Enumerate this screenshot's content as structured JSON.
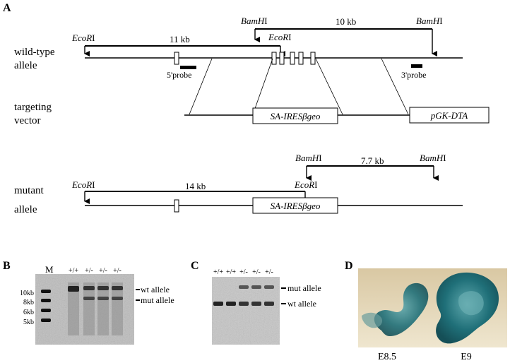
{
  "panel_a": {
    "label": "A",
    "wild_type": {
      "label_line1": "wild-type",
      "label_line2": "allele",
      "ecori": "EcoRI",
      "bamhi": "BamHI",
      "size_11kb": "11 kb",
      "size_10kb": "10 kb",
      "probe5": "5'probe",
      "probe3": "3'probe"
    },
    "targeting": {
      "label_line1": "targeting",
      "label_line2": "vector",
      "cassette": "SA-IRESβgeo",
      "dta": "pGK-DTA"
    },
    "mutant": {
      "label_line1": "mutant",
      "label_line2": "allele",
      "ecori": "EcoRI",
      "bamhi": "BamHI",
      "size_14kb": "14 kb",
      "size_77kb": "7.7 kb",
      "cassette": "SA-IRESβgeo"
    }
  },
  "panel_b": {
    "label": "B",
    "marker": "M",
    "lanes": [
      "+/+",
      "+/-",
      "+/-",
      "+/-"
    ],
    "size_markers": [
      "10kb",
      "8kb",
      "6kb",
      "5kb"
    ],
    "band_labels": [
      "wt allele",
      "mut allele"
    ]
  },
  "panel_c": {
    "label": "C",
    "lanes": [
      "+/+",
      "+/+",
      "+/-",
      "+/-",
      "+/-"
    ],
    "band_labels": [
      "mut allele",
      "wt allele"
    ]
  },
  "panel_d": {
    "label": "D",
    "stages": [
      "E8.5",
      "E9"
    ]
  },
  "colors": {
    "line": "#000000",
    "gel_bg": "#bdbdbd",
    "band": "#2a2a2a",
    "embryo_stain": "#1f6f78",
    "photo_bg": "#e8dcc0"
  }
}
